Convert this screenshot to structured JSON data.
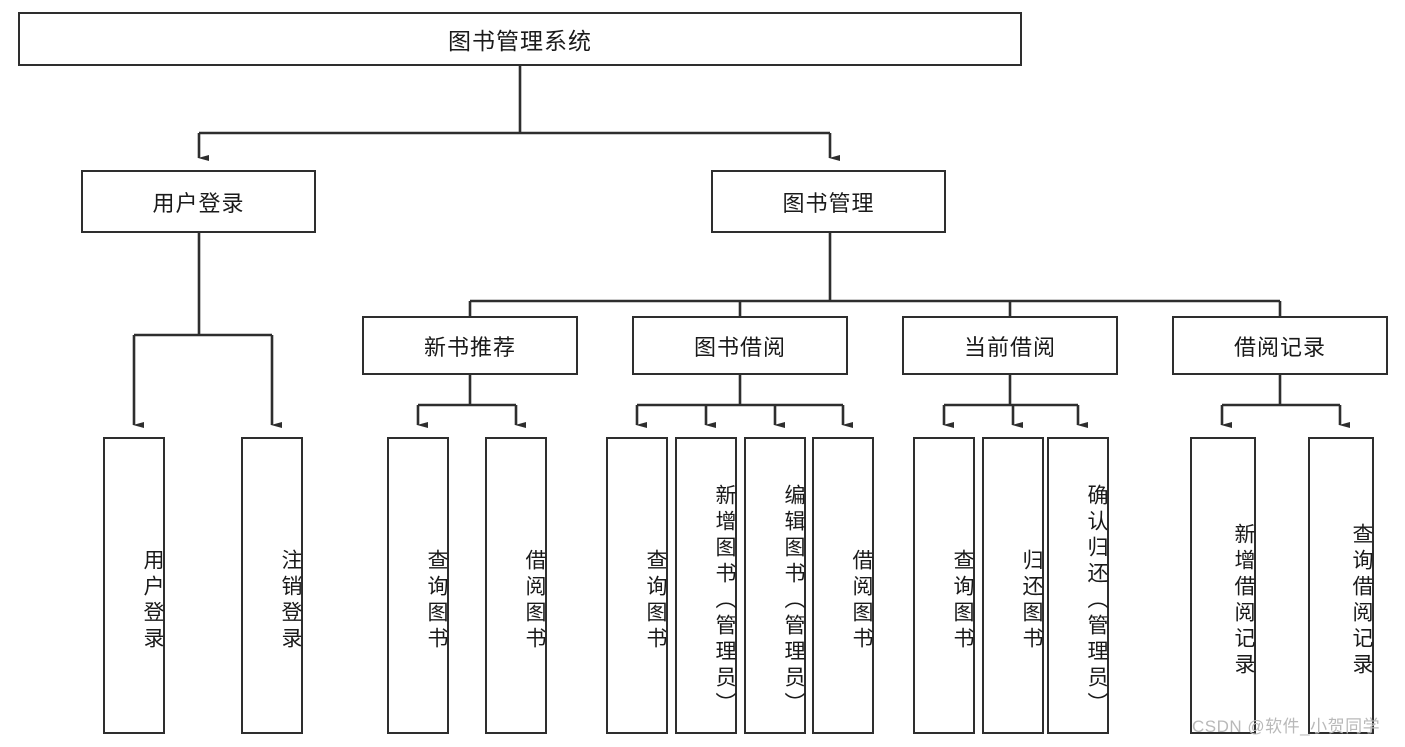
{
  "diagram": {
    "type": "tree",
    "title": "图书管理系统",
    "root": {
      "id": "root",
      "label": "图书管理系统"
    },
    "level1": [
      {
        "id": "user-login",
        "label": "用户登录"
      },
      {
        "id": "book-management",
        "label": "图书管理"
      }
    ],
    "level2": [
      {
        "id": "new-book-recommend",
        "label": "新书推荐",
        "parent": "book-management"
      },
      {
        "id": "book-borrow",
        "label": "图书借阅",
        "parent": "book-management"
      },
      {
        "id": "current-borrow",
        "label": "当前借阅",
        "parent": "book-management"
      },
      {
        "id": "borrow-record",
        "label": "借阅记录",
        "parent": "book-management"
      }
    ],
    "leaves": [
      {
        "id": "leaf-user-login",
        "label": "用户登录",
        "parent": "user-login"
      },
      {
        "id": "leaf-logout-login",
        "label": "注销登录",
        "parent": "user-login"
      },
      {
        "id": "leaf-query-book-1",
        "label": "查询图书",
        "parent": "new-book-recommend"
      },
      {
        "id": "leaf-borrow-book-1",
        "label": "借阅图书",
        "parent": "new-book-recommend"
      },
      {
        "id": "leaf-query-book-2",
        "label": "查询图书",
        "parent": "book-borrow"
      },
      {
        "id": "leaf-add-book",
        "label": "新增图书（管理员）",
        "parent": "book-borrow"
      },
      {
        "id": "leaf-edit-book",
        "label": "编辑图书（管理员）",
        "parent": "book-borrow"
      },
      {
        "id": "leaf-borrow-book-2",
        "label": "借阅图书",
        "parent": "book-borrow"
      },
      {
        "id": "leaf-query-book-3",
        "label": "查询图书",
        "parent": "current-borrow"
      },
      {
        "id": "leaf-return-book",
        "label": "归还图书",
        "parent": "current-borrow"
      },
      {
        "id": "leaf-confirm-return",
        "label": "确认归还（管理员）",
        "parent": "current-borrow"
      },
      {
        "id": "leaf-add-record",
        "label": "新增借阅记录",
        "parent": "borrow-record"
      },
      {
        "id": "leaf-query-record",
        "label": "查询借阅记录",
        "parent": "borrow-record"
      }
    ]
  },
  "watermark": {
    "text": "CSDN @软件_小贺同学"
  },
  "colors": {
    "stroke": "#2e2e2e",
    "fill": "#ffffff",
    "text": "#1a1a1a",
    "watermark": "#b9b9b9"
  }
}
